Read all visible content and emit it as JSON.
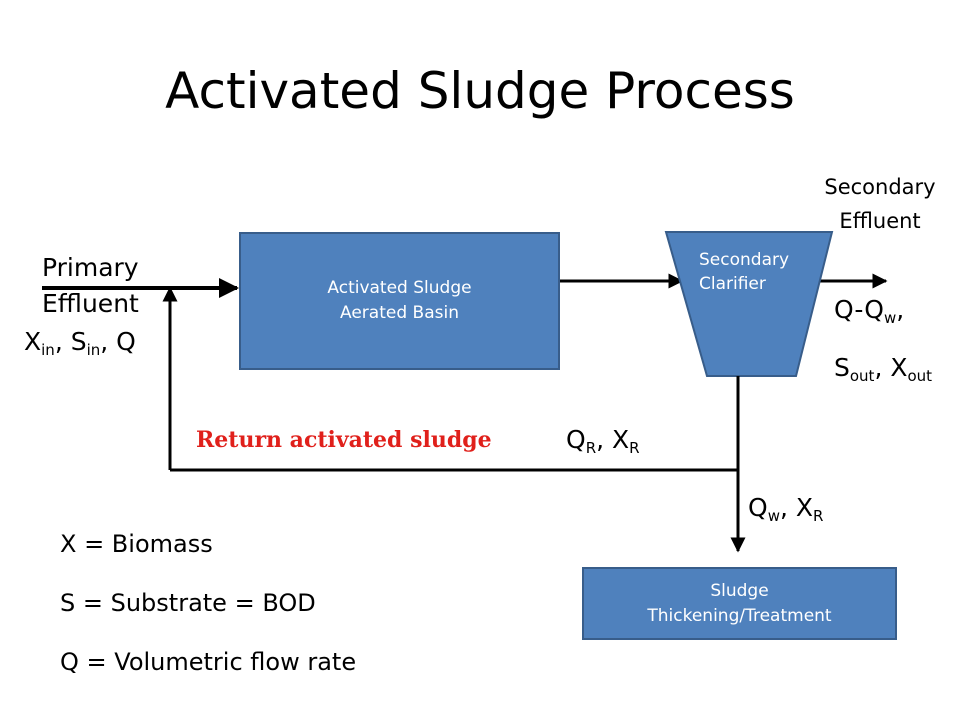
{
  "title": "Activated Sludge Process",
  "boxes": {
    "basin": [
      "Activated Sludge",
      "Aerated Basin"
    ],
    "clarifier": [
      "Secondary",
      "Clarifier"
    ],
    "thickening": [
      "Sludge",
      "Thickening/Treatment"
    ]
  },
  "labels": {
    "secondary_effluent": [
      "Secondary",
      "Effluent"
    ],
    "primary_effluent": [
      "Primary",
      "Effluent"
    ],
    "inflow": {
      "x": "X",
      "x_sub": "in",
      "sep1": ", S",
      "s_sub": "in",
      "tail": ", Q"
    },
    "effluent_flow": {
      "q": "Q-Q",
      "q_sub": "w",
      "q_tail": ","
    },
    "effluent_conc": {
      "s": "S",
      "s_sub": "out",
      "mid": ", X",
      "x_sub": "out"
    },
    "return_label": "Return activated sludge",
    "return_flow": {
      "q": "Q",
      "q_sub": "R",
      "mid": ", X",
      "x_sub": "R"
    },
    "waste_flow": {
      "q": "Q",
      "q_sub": "w",
      "mid": ", X",
      "x_sub": "R"
    }
  },
  "legend": [
    "X = Biomass",
    "S = Substrate = BOD",
    "Q = Volumetric flow rate"
  ],
  "colors": {
    "box_fill": "#4f81bd",
    "box_border": "#385d8a",
    "return_text": "#e0201b"
  }
}
